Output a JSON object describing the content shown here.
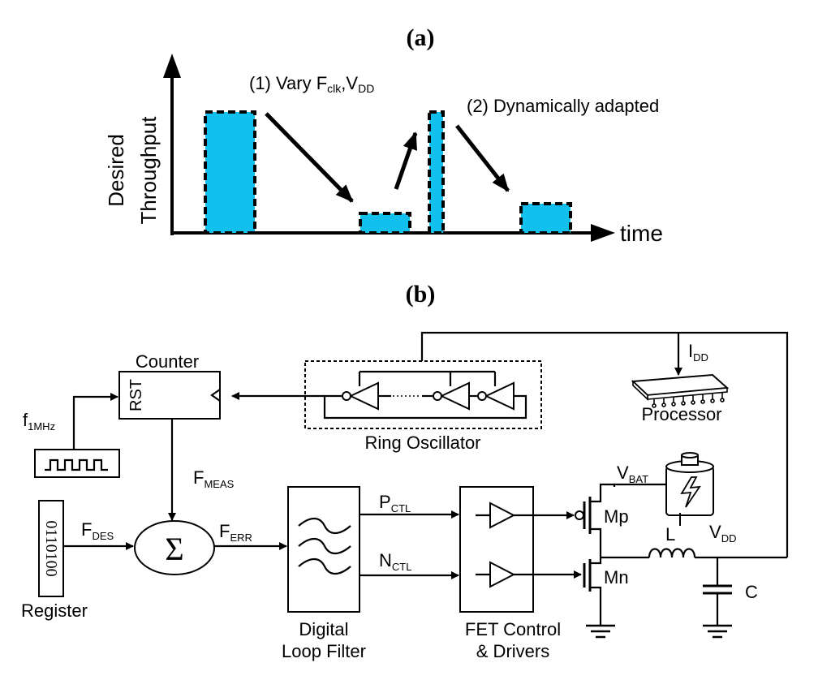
{
  "panel_a": {
    "caption": "a",
    "y_axis_label_line1": "Desired",
    "y_axis_label_line2": "Throughput",
    "x_axis_label": "time",
    "annotation1": {
      "prefix": "(1) Vary F",
      "sub1": "clk",
      "mid": ",V",
      "sub2": "DD"
    },
    "annotation2": "(2) Dynamically adapted",
    "pulse_color": "#12c0ee",
    "pulses": [
      {
        "level": 1.0
      },
      {
        "level": 0.16
      },
      {
        "level": 1.0
      },
      {
        "level": 0.24
      }
    ]
  },
  "panel_b": {
    "caption": "b",
    "counter": {
      "title": "Counter",
      "pin": "RST"
    },
    "clock": {
      "main": "f",
      "sub": "1MHz"
    },
    "register": {
      "label": "Register",
      "bits": "0110100"
    },
    "f_des": {
      "main": "F",
      "sub": "DES"
    },
    "f_meas": {
      "main": "F",
      "sub": "MEAS"
    },
    "f_err": {
      "main": "F",
      "sub": "ERR"
    },
    "sum_symbol": "Σ",
    "ring_oscillator": "Ring Oscillator",
    "processor": "Processor",
    "i_dd": {
      "main": "I",
      "sub": "DD"
    },
    "p_ctl": {
      "main": "P",
      "sub": "CTL"
    },
    "n_ctl": {
      "main": "N",
      "sub": "CTL"
    },
    "loop_filter_line1": "Digital",
    "loop_filter_line2": "Loop Filter",
    "fet_line1": "FET Control",
    "fet_line2": "& Drivers",
    "mp": "Mp",
    "mn": "Mn",
    "v_bat": {
      "main": "V",
      "sub": "BAT"
    },
    "v_dd": {
      "main": "V",
      "sub": "DD"
    },
    "inductor": "L",
    "capacitor": "C"
  }
}
